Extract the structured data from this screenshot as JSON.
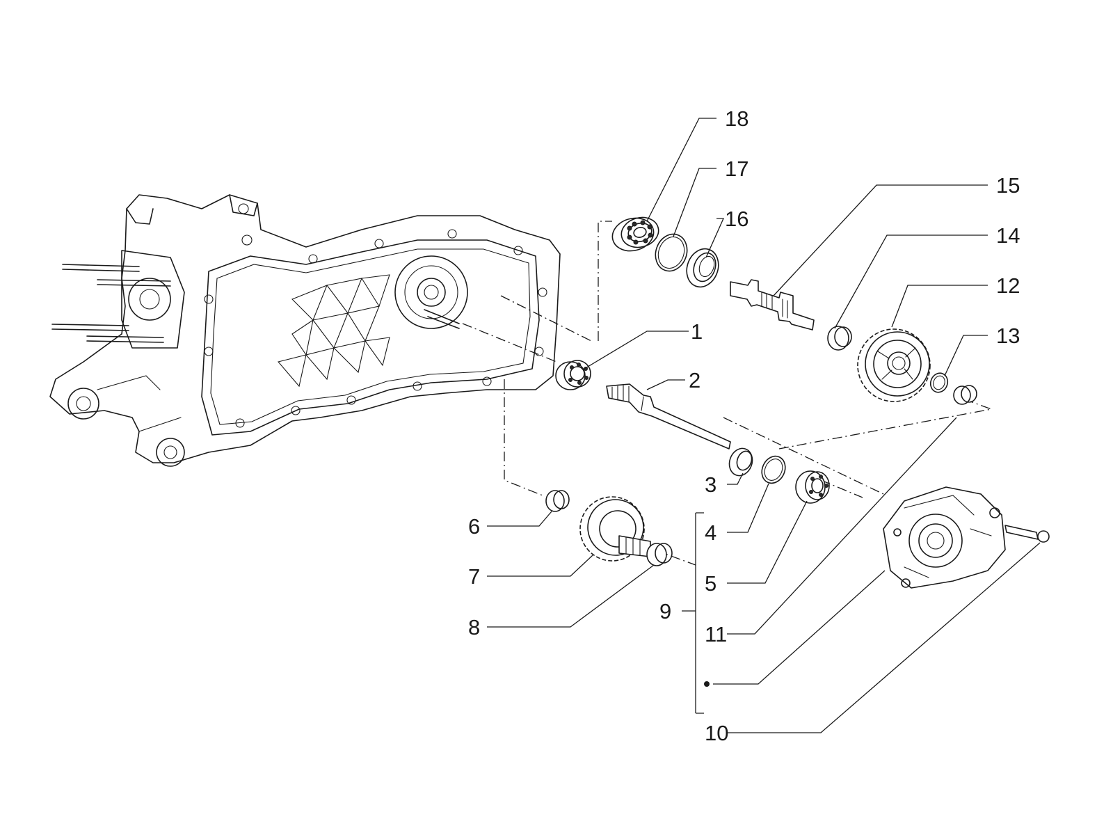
{
  "diagram": {
    "callouts": [
      {
        "id": "1",
        "text": "1"
      },
      {
        "id": "2",
        "text": "2"
      },
      {
        "id": "3",
        "text": "3"
      },
      {
        "id": "4",
        "text": "4"
      },
      {
        "id": "5",
        "text": "5"
      },
      {
        "id": "6",
        "text": "6"
      },
      {
        "id": "7",
        "text": "7"
      },
      {
        "id": "8",
        "text": "8"
      },
      {
        "id": "9",
        "text": "9"
      },
      {
        "id": "10",
        "text": "10"
      },
      {
        "id": "11",
        "text": "11"
      },
      {
        "id": "12",
        "text": "12"
      },
      {
        "id": "13",
        "text": "13"
      },
      {
        "id": "14",
        "text": "14"
      },
      {
        "id": "15",
        "text": "15"
      },
      {
        "id": "16",
        "text": "16"
      },
      {
        "id": "17",
        "text": "17"
      },
      {
        "id": "18",
        "text": "18"
      }
    ],
    "kit_group": {
      "label": "9",
      "members": [
        "4",
        "5",
        "11",
        "•"
      ]
    }
  }
}
